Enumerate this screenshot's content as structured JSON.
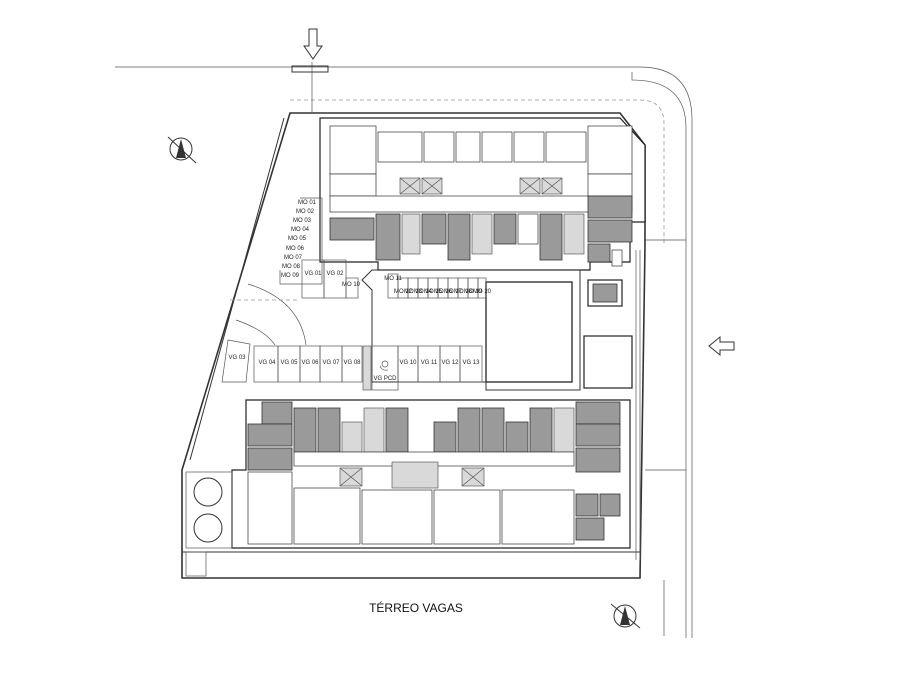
{
  "plan_title": "TÉRREO VAGAS",
  "mo_labels": [
    "MO 01",
    "MO 02",
    "MO 03",
    "MO 04",
    "MO 05",
    "MO 06",
    "MO 07",
    "MO 08",
    "MO 09"
  ],
  "mo_stack_labels": [
    "MO 10",
    "MO 11",
    "MO 12",
    "MO 13",
    "MO 14",
    "MO 15",
    "MO 16",
    "MO 17",
    "MO 18",
    "MO 19",
    "MO 20"
  ],
  "vg_upper": [
    "VG 01",
    "VG 02"
  ],
  "vg_lower": [
    "VG 03",
    "VG 04",
    "VG 05",
    "VG 06",
    "VG 07",
    "VG 08",
    "VG PCD",
    "VG 10",
    "VG 11",
    "VG 12",
    "VG 13"
  ],
  "icons": [
    "north-compass-icon",
    "entry-arrow-icon",
    "accessibility-icon",
    "water-tank-icon"
  ]
}
